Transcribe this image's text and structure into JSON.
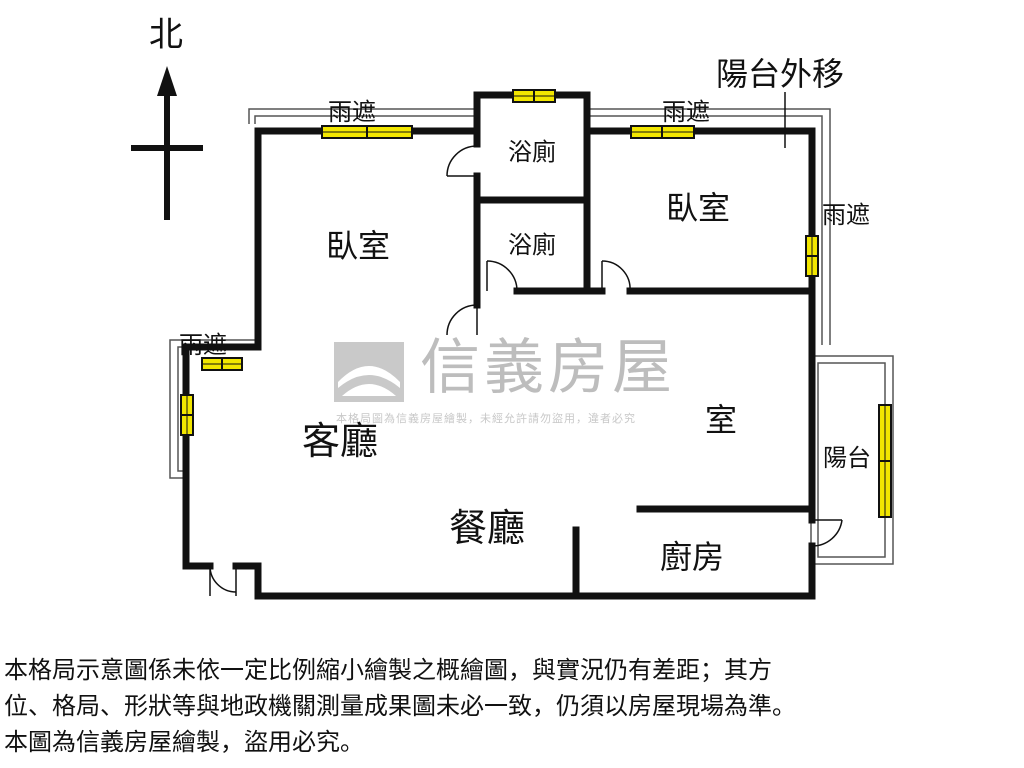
{
  "compass": {
    "north_label": "北"
  },
  "rooms": {
    "bedroom_west": "臥室",
    "bedroom_east": "臥室",
    "bath_upper": "浴廁",
    "bath_lower": "浴廁",
    "living_room": "客廳",
    "dining_room": "餐廳",
    "room": "室",
    "kitchen": "廚房",
    "balcony": "陽台"
  },
  "annotations": {
    "balcony_moved_out": "陽台外移",
    "canopy_top_left": "雨遮",
    "canopy_top_right": "雨遮",
    "canopy_right": "雨遮",
    "canopy_left": "雨遮"
  },
  "watermark": {
    "brand": "信義房屋",
    "notice": "本格局圖為信義房屋繪製，未經允許請勿盜用，違者必究"
  },
  "disclaimer": [
    "本格局示意圖係未依一定比例縮小繪製之概繪圖，與實況仍有差距；其方",
    "位、格局、形狀等與地政機關測量成果圖未必一致，仍須以房屋現場為準。",
    "本圖為信義房屋繪製，盜用必究。"
  ],
  "colors": {
    "wall": "#111111",
    "window_fill": "#f2e600",
    "watermark": "#bdbdbd"
  }
}
